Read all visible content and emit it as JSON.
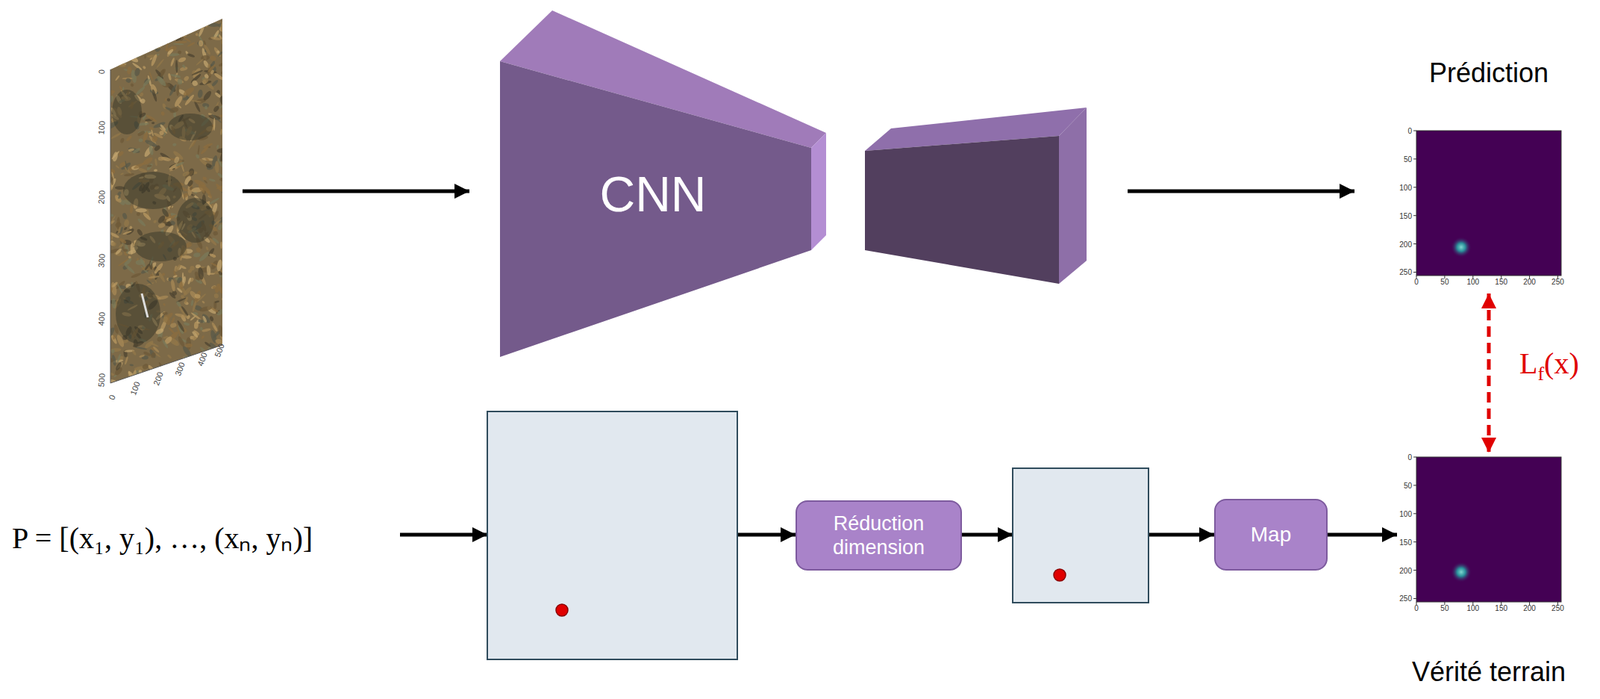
{
  "diagram": {
    "nodes": [
      {
        "text": [
          "CNN"
        ]
      },
      {
        "text": [
          "Prédiction"
        ]
      },
      {
        "text": [
          "Vérité terrain"
        ]
      },
      {
        "text": [
          "Réduction dimension"
        ]
      },
      {
        "text": [
          "Map"
        ]
      }
    ],
    "edges": [
      {
        "from": 4,
        "to": 2,
        "arrow": "to"
      },
      {
        "from": 1,
        "to": 2,
        "label": "Lf(x)",
        "arrow": "both"
      }
    ],
    "labels": [
      "0",
      "100",
      "200",
      "300",
      "400",
      "500",
      "0",
      "100",
      "200",
      "300",
      "400",
      "500",
      "P = [(x₁, y₁), …, (xₙ, yₙ)]",
      "0",
      "50",
      "100",
      "150",
      "200",
      "250",
      "0",
      "50",
      "100",
      "150",
      "200",
      "250",
      "0",
      "50",
      "100",
      "150",
      "200",
      "250",
      "0",
      "50",
      "100",
      "150",
      "200",
      "250"
    ]
  }
}
